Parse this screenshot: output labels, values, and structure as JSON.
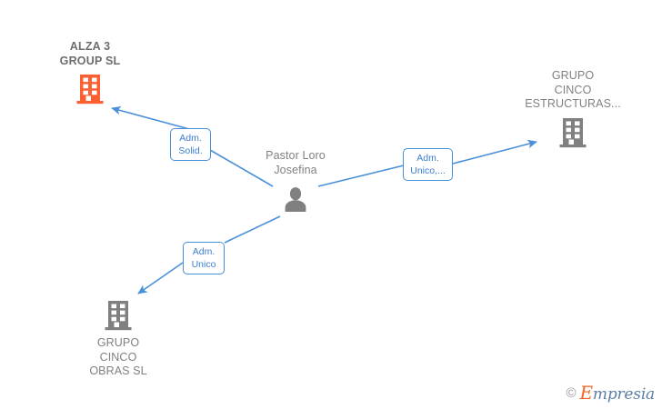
{
  "diagram": {
    "type": "organization-relationship-graph",
    "background_color": "#ffffff",
    "colors": {
      "company_highlight": "#fb5f32",
      "company_default": "#808080",
      "person": "#808080",
      "edge": "#4a90d9",
      "edge_label_text": "#3a7fd0",
      "label_text": "#808080",
      "title_text": "#6d6d6d"
    },
    "nodes": [
      {
        "id": "alza3",
        "kind": "company",
        "icon": "building-icon",
        "icon_color": "#fb5f32",
        "highlighted": true,
        "label": "ALZA 3\nGROUP SL",
        "label_position": "above"
      },
      {
        "id": "estructuras",
        "kind": "company",
        "icon": "building-icon",
        "icon_color": "#808080",
        "highlighted": false,
        "label": "GRUPO\nCINCO\nESTRUCTURAS...",
        "label_position": "above"
      },
      {
        "id": "obras",
        "kind": "company",
        "icon": "building-icon",
        "icon_color": "#808080",
        "highlighted": false,
        "label": "GRUPO\nCINCO\nOBRAS  SL",
        "label_position": "below"
      },
      {
        "id": "person",
        "kind": "person",
        "icon": "person-icon",
        "icon_color": "#808080",
        "label": "Pastor Loro\nJosefina",
        "label_position": "above"
      }
    ],
    "edges": [
      {
        "id": "edge-alza3",
        "from": "person",
        "to": "alza3",
        "label": "Adm.\nSolid.",
        "direction": "up-left"
      },
      {
        "id": "edge-estructuras",
        "from": "person",
        "to": "estructuras",
        "label": "Adm.\nUnico,...",
        "direction": "right"
      },
      {
        "id": "edge-obras",
        "from": "person",
        "to": "obras",
        "label": "Adm.\nUnico",
        "direction": "down-left"
      }
    ]
  },
  "watermark": {
    "copyright_symbol": "©",
    "brand_initial": "E",
    "brand_rest": "mpresia"
  }
}
